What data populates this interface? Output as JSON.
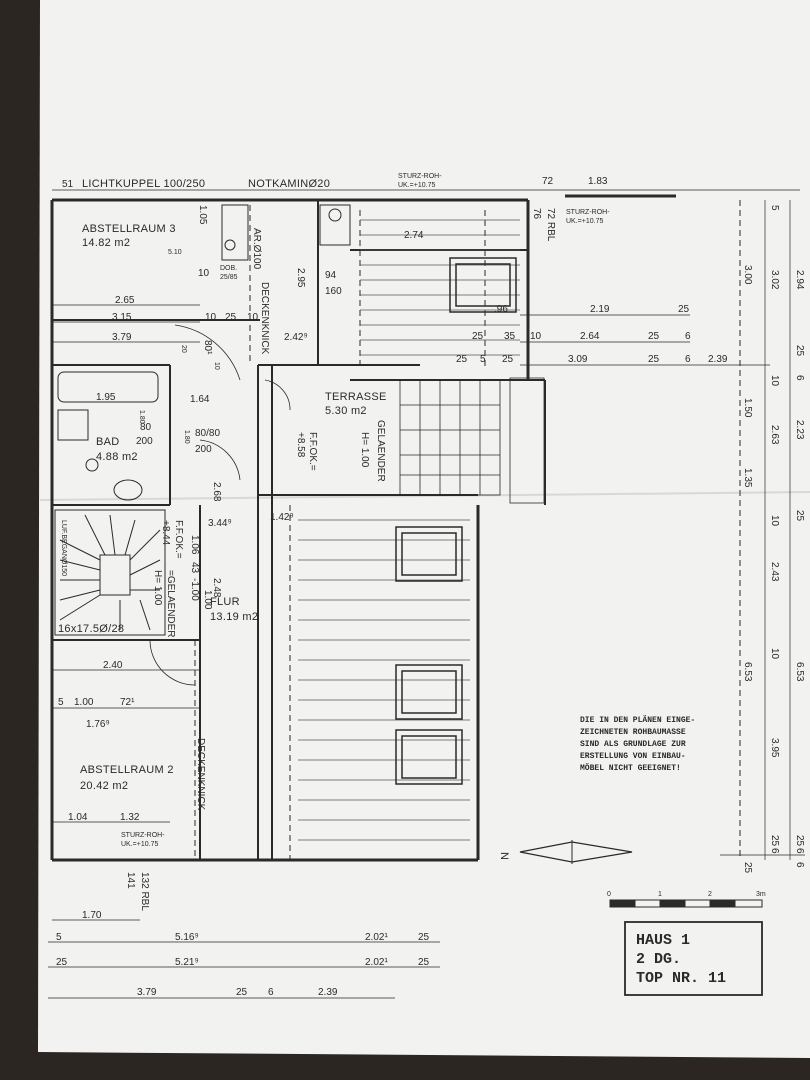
{
  "sheet": {
    "top_labels": {
      "lichtkuppel": "LICHTKUPPEL 100/250",
      "notkamin": "NOTKAMINØ20",
      "sturz": "STURZ-ROH-",
      "uk": "UK.=+10.75"
    },
    "rooms": [
      {
        "name": "ABSTELLRAUM 3",
        "area": "14.82 m2"
      },
      {
        "name": "BAD",
        "area": "4.88 m2"
      },
      {
        "name": "TERRASSE",
        "area": "5.30 m2"
      },
      {
        "name": "FLUR",
        "area": "13.19 m2"
      },
      {
        "name": "ABSTELLRAUM 2",
        "area": "20.42 m2"
      }
    ],
    "labels": {
      "deckenknick": "DECKENKNICK",
      "gelaender": "GELAENDER",
      "gelaender2": "=GELAENDER",
      "ar": "AR.Ø100",
      "ff_ok_858": "F.F.OK.=",
      "ff_ok_858_val": "+8.58",
      "ff_ok_844": "F.F.OK.=",
      "ff_ok_844_val": "+8.44",
      "h100": "H= 1.00",
      "stair": "16x17.5Ø/28",
      "stair_side": "LUF.BEGANØ150",
      "rbl_132": "132 RBL",
      "rbl_141": "141",
      "rbl_72": "72 RBL",
      "rbl_76": "76",
      "dob": "DOB.",
      "dob_size": "25/85"
    },
    "dims": {
      "top": [
        "51",
        "72",
        "1.83"
      ],
      "left": [
        "2.65",
        "3.15",
        "3.79",
        "1.95",
        "2.40",
        "5",
        "1.00",
        "72¹",
        "1.76⁹",
        "1.04",
        "1.32",
        "1.70",
        "10",
        "1.05",
        "5.10",
        "10",
        "25",
        "10",
        "1.64",
        "80",
        "200",
        "80/80",
        "200",
        "1.80",
        "1.80",
        "20",
        "10",
        "80¹",
        "2.68",
        "3.44⁹",
        "2.48",
        "2.42⁹",
        "2.95",
        "2.74",
        "94",
        "160",
        "1.42⁹",
        "1.06",
        "1.00",
        "43",
        "-1.00"
      ],
      "mid": [
        "2.19",
        "25",
        "2.64",
        "25",
        "6",
        "3.09",
        "25",
        "6",
        "2.39",
        "25",
        "35",
        "10",
        "25",
        "5",
        "25",
        ".96"
      ],
      "right_a": [
        "5",
        "3.00",
        "10",
        "1.50",
        "1.35",
        "10",
        "6.53",
        "25",
        "25"
      ],
      "right_b": [
        "3.02",
        "2.63",
        "2.43",
        "10",
        "3.95",
        "6",
        "6"
      ],
      "right_c": [
        "2.94",
        "25",
        "6",
        "2.23",
        "25",
        "6.53",
        "25",
        "6"
      ],
      "bottom_row1": [
        "5",
        "5.16⁹",
        "2.02¹",
        "25"
      ],
      "bottom_row2": [
        "25",
        "5.21⁹",
        "2.02¹",
        "25"
      ],
      "bottom_row3": [
        "3.79",
        "25",
        "6",
        "2.39"
      ]
    },
    "note_lines": [
      "DIE IN DEN PLÄNEN EINGE-",
      "ZEICHNETEN ROHBAUMASSE",
      "SIND ALS GRUNDLAGE ZUR",
      "ERSTELLUNG VON EINBAU-",
      "MÖBEL NICHT GEEIGNET!"
    ],
    "north": "N",
    "scale": [
      "0",
      "1",
      "2",
      "3m"
    ],
    "title_block": [
      "HAUS 1",
      "2 DG.",
      "TOP NR. 11"
    ]
  },
  "colors": {
    "paper": "#f2f2f0",
    "ink": "#2a2a2a",
    "background": "#2b2622"
  }
}
